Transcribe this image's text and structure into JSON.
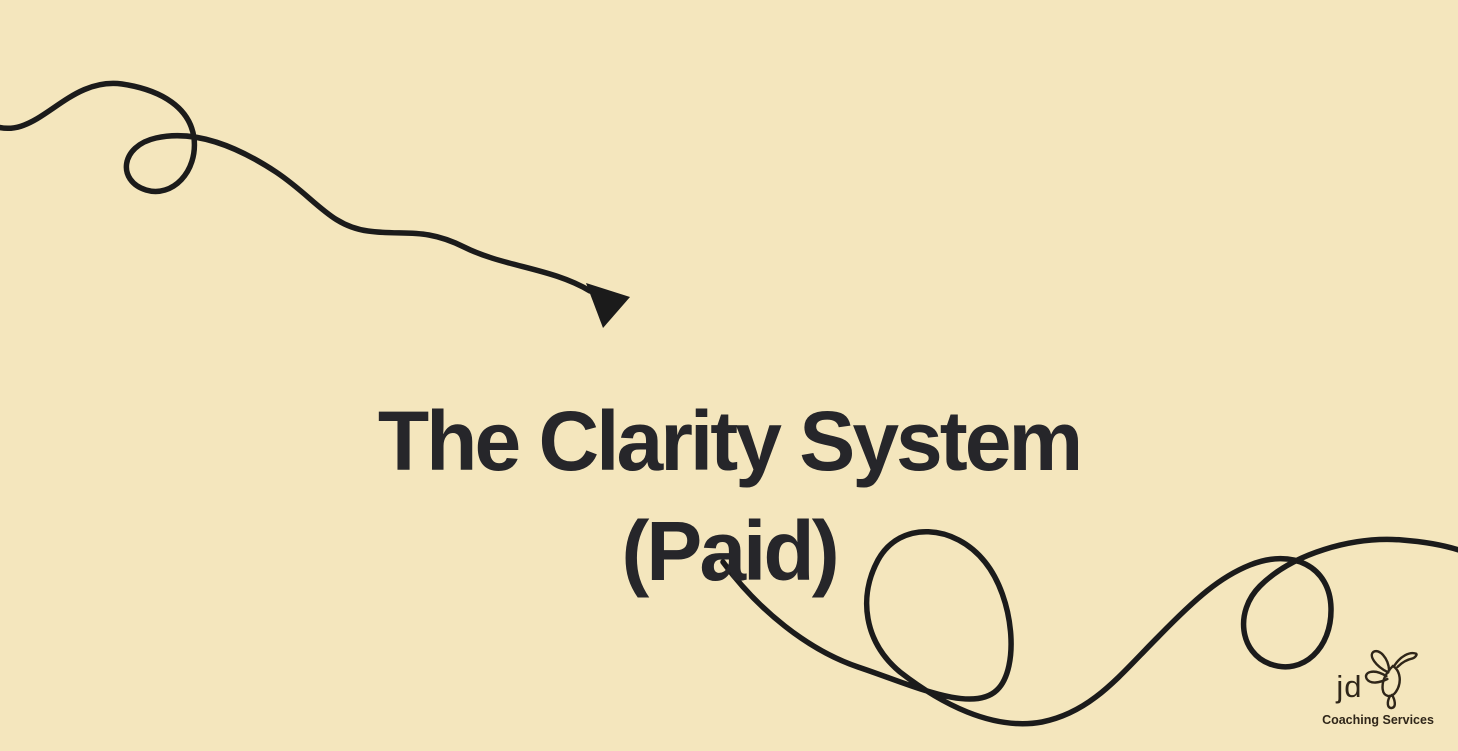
{
  "slide": {
    "title": {
      "line1": "The Clarity System",
      "line2": "(Paid)"
    },
    "colors": {
      "background": "#F4E6BD",
      "title_text": "#26262A",
      "squiggle": "#1B1B1B"
    },
    "decorations": {
      "top_left": "hand-drawn squiggle line with arrowhead pointing at title",
      "bottom_right": "hand-drawn looping flourish line exiting right edge"
    }
  },
  "logo": {
    "monogram": "jd",
    "tagline": "Coaching Services",
    "icon": "hummingbird",
    "color": "#2F2619"
  }
}
